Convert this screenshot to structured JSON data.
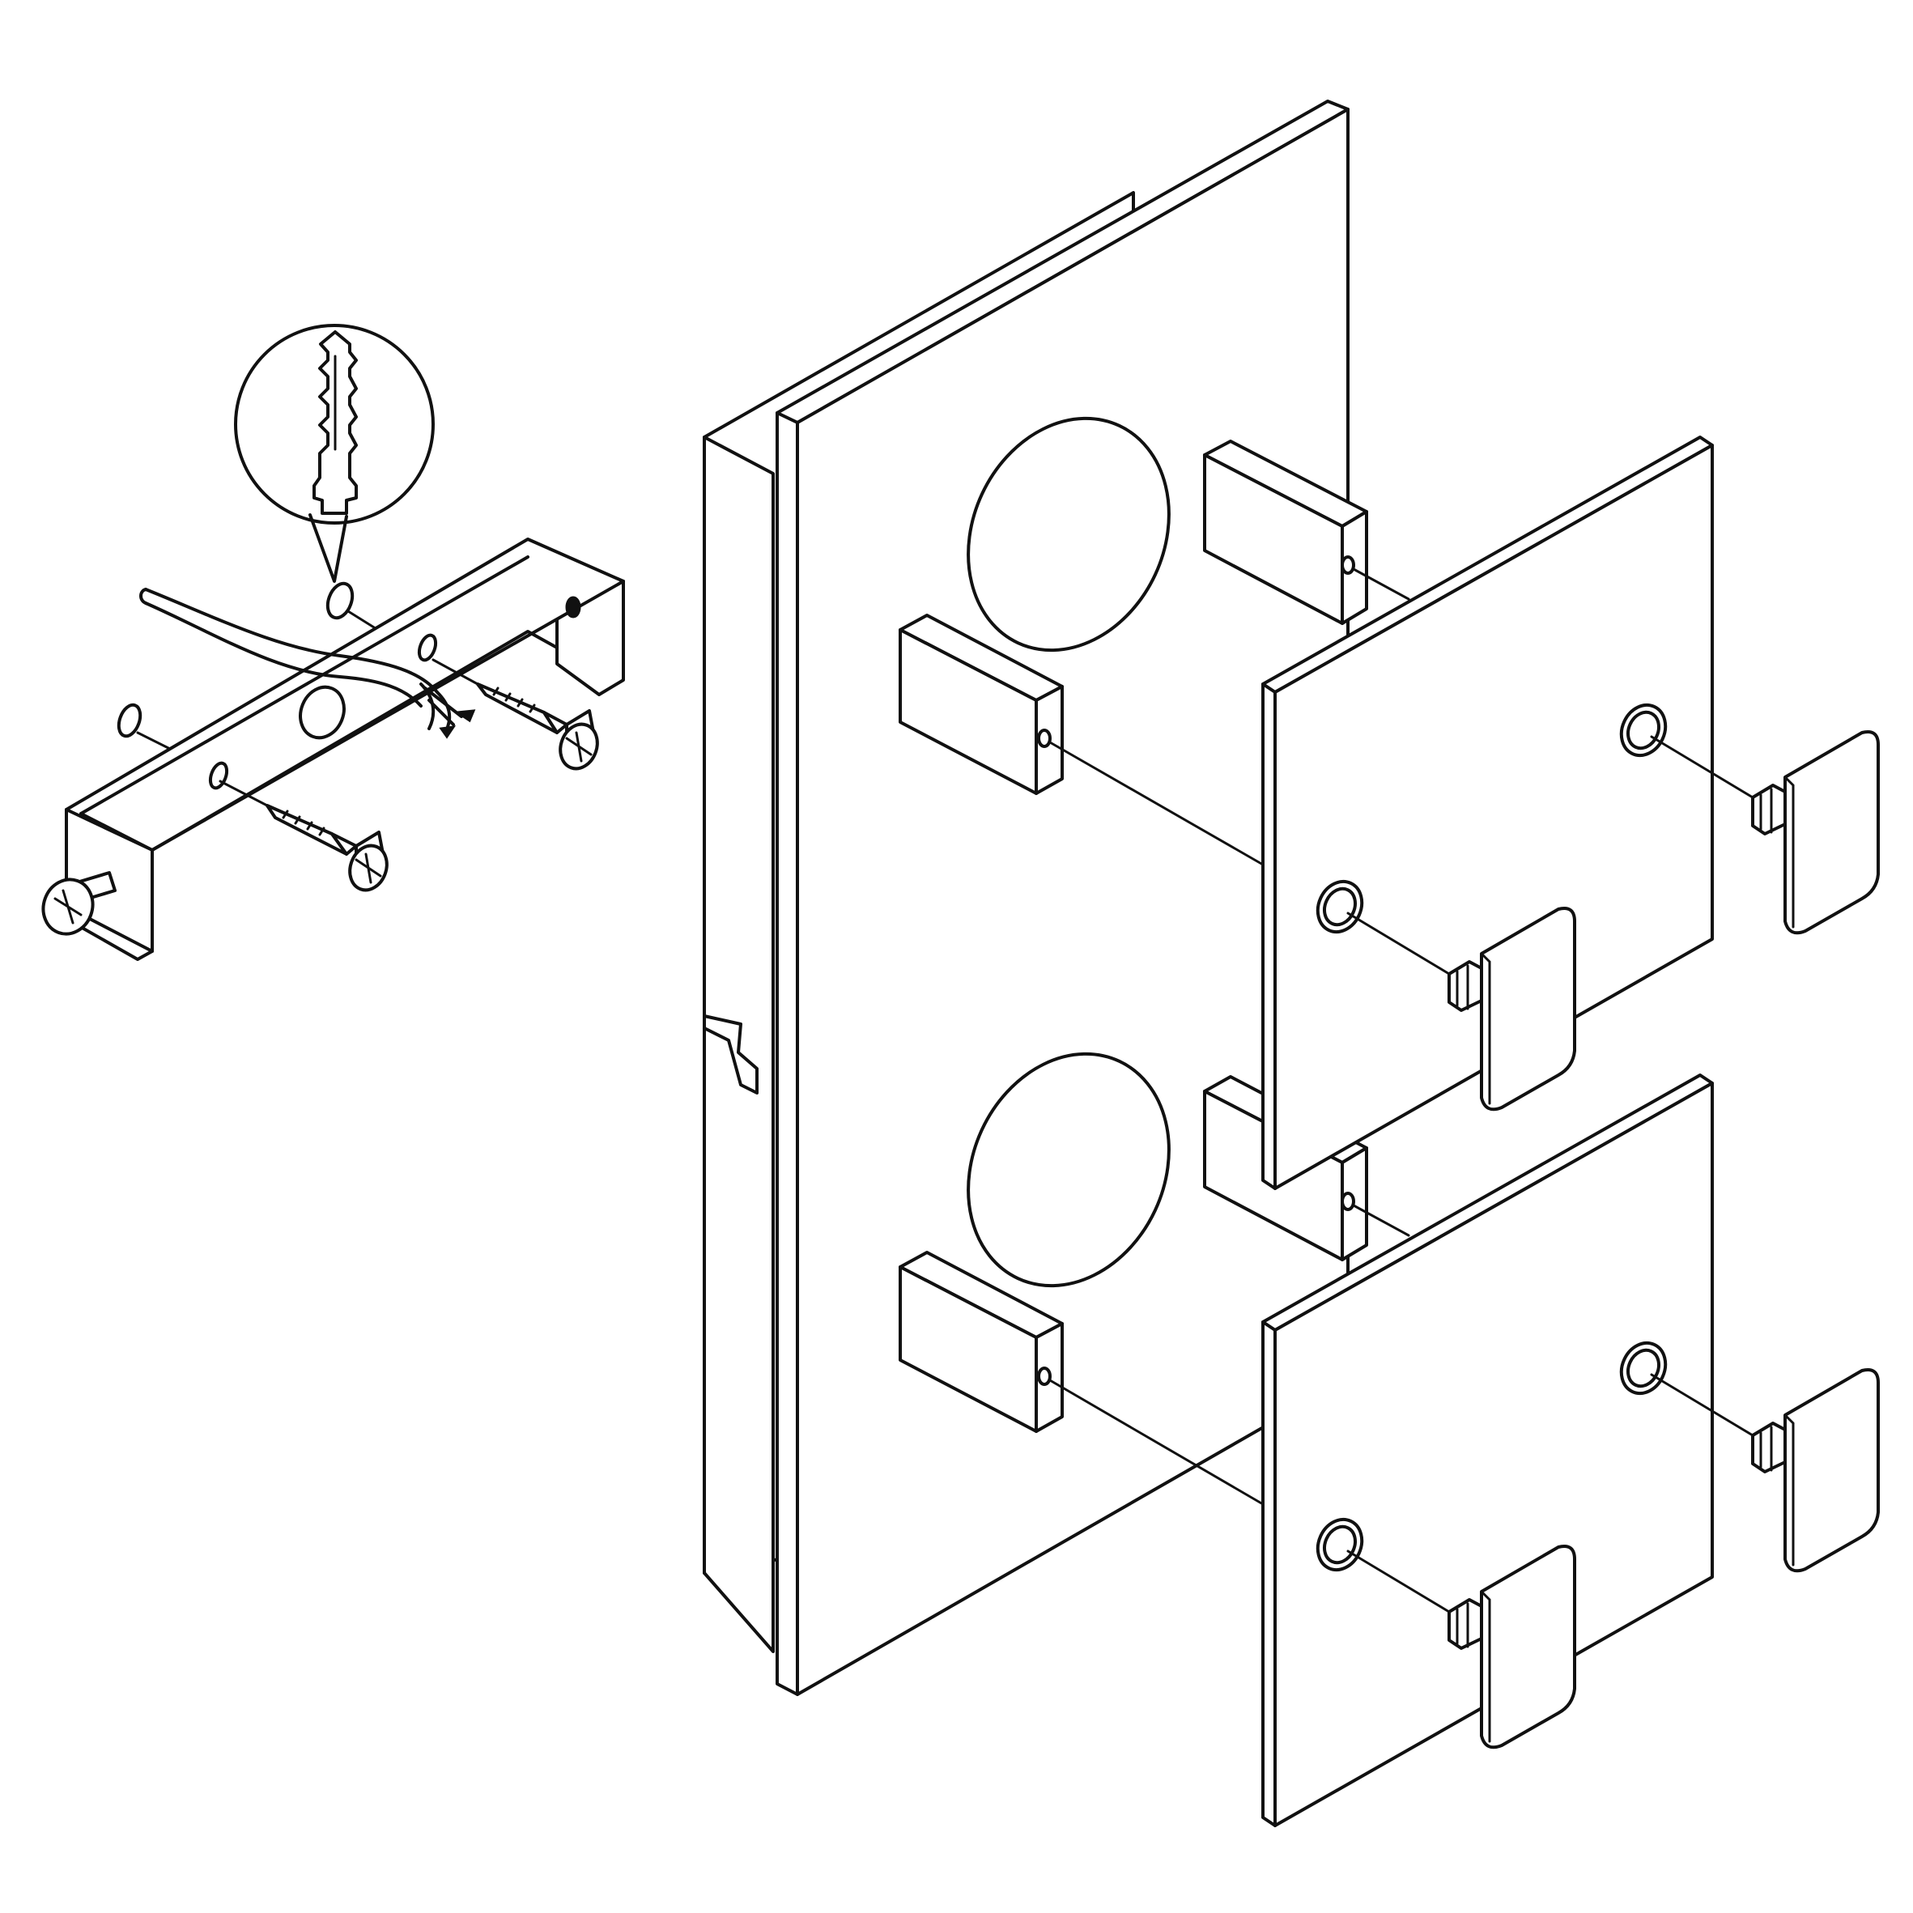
{
  "figure": {
    "kind": "exploded assembly drawing",
    "text_labels": [],
    "colors": {
      "line": "#111111",
      "background": "#ffffff"
    }
  },
  "parts": {
    "wall_bracket": {
      "icon": "angle-bracket",
      "holes": 5
    },
    "wall_plug_detail": {
      "icon": "wall-plug-callout"
    },
    "wood_screws": {
      "icon": "countersunk-screw",
      "count": 2
    },
    "machine_screw": {
      "icon": "pan-head-screw",
      "count": 1
    },
    "cable": {
      "icon": "power-cable",
      "wires": 3
    },
    "back_plate": {
      "icon": "mounting-plate",
      "cable_openings": 2
    },
    "spacer_blocks": {
      "icon": "spacer-block",
      "count": 4
    },
    "cover_panels": {
      "icon": "square-panel",
      "count": 2
    },
    "panel_screws": {
      "icon": "cap-screw",
      "count": 4
    }
  }
}
